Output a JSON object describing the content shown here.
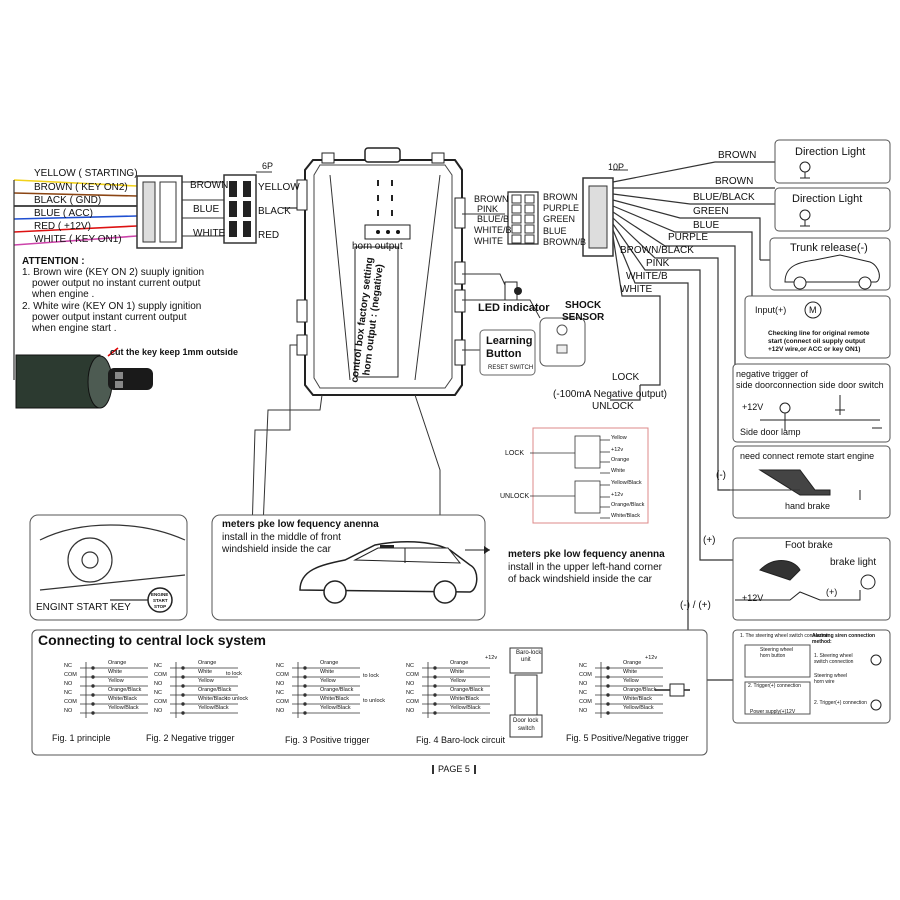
{
  "top_harness": {
    "wires": [
      "YELLOW ( STARTING)",
      "BROWN ( KEY ON2)",
      "BLACK ( GND)",
      "BLUE ( ACC)",
      "RED ( +12V)",
      "WHITE ( KEY ON1)"
    ],
    "wire_colors": [
      "#f2d21b",
      "#8b4513",
      "#111111",
      "#1f4fd1",
      "#d11",
      "#cc44aa"
    ],
    "connector_6p_label": "6P",
    "connector_left": [
      "BROWN",
      "BLUE",
      "WHITE"
    ],
    "connector_right": [
      "YELLOW",
      "BLACK",
      "RED"
    ]
  },
  "attention": {
    "title": "ATTENTION :",
    "note1": [
      "1. Brown wire (KEY ON 2) suuply ignition",
      "power output no instant current output",
      "when engine ."
    ],
    "note2": [
      "2. White wire (KEY ON 1) supply ignition",
      "power output  instant current output",
      "when engine start ."
    ]
  },
  "key_note": "cut the key keep 1mm outside",
  "control_box": {
    "horn_output": "horn output",
    "factory_setting": "control box factory setting",
    "horn_output_neg": "horn output : (negative)"
  },
  "led_label": "LED indicator",
  "shock_sensor": "SHOCK\nSENSOR",
  "learning_button": "Learning\nButton",
  "reset_switch": "RESET SWITCH",
  "connector_10p": {
    "label": "10P",
    "left": [
      "BROWN",
      "PINK",
      "BLUE/B",
      "WHITE/B",
      "WHITE"
    ],
    "right": [
      "BROWN",
      "PURPLE",
      "GREEN",
      "BLUE",
      "BROWN/B"
    ]
  },
  "right_wires": [
    "BROWN",
    "BROWN",
    "BLUE/BLACK",
    "GREEN",
    "BLUE",
    "PURPLE",
    "BROWN/BLACK",
    "PINK",
    "WHITE/B",
    "WHITE"
  ],
  "direction_light_1": "Direction Light",
  "direction_light_2": "Direction Light",
  "trunk_release": "Trunk release(-)",
  "input_label": "Input(+)",
  "motor_symbol": "M",
  "checking_line": [
    "Checking line for original remote",
    "start (connect oil supply output",
    "+12V wire,or ACC or key ON1)"
  ],
  "side_door": {
    "title1": "negative trigger of",
    "title2": "side doorconnection  side door switch",
    "v12": "+12V",
    "lamp": "Side door lamp"
  },
  "hand_brake": {
    "title": "need connect remote start engine",
    "minus": "(-)",
    "label": "hand brake"
  },
  "foot_brake": {
    "plus": "(+)",
    "title": "Foot brake",
    "brake_light": "brake light",
    "v12": "+12V",
    "plus2": "(+)"
  },
  "polarity_label": "(-) / (+)",
  "lock": "LOCK",
  "negative_output": "(-100mA Negative output)",
  "unlock": "UNLOCK",
  "relay_box": {
    "lock": "LOCK",
    "unlock": "UNLOCK",
    "r1": [
      "Yellow",
      "+12v",
      "Orange",
      "White"
    ],
    "r2": [
      "Yellow/Black",
      "+12v",
      "Orange/Black",
      "White/Black"
    ]
  },
  "engine_start_key": "ENGINT START KEY",
  "engine_button": [
    "ENGINE",
    "START",
    "STOP"
  ],
  "antenna_front": {
    "title": "meters pke low fequency anenna",
    "l1": "install in the  middle of front",
    "l2": "windshield inside the car"
  },
  "antenna_back": {
    "title": "meters pke low fequency anenna",
    "l1": "install in the  upper left-hand corner",
    "l2": "of back windshield inside the car"
  },
  "central_lock": {
    "title": "Connecting to central lock system",
    "row_labels": [
      "NC",
      "COM",
      "NO",
      "NC",
      "COM",
      "NO"
    ],
    "wires": [
      "Orange",
      "White",
      "Yellow",
      "Orange/Black",
      "White/Black",
      "Yellow/Black"
    ],
    "to_lock": "to lock",
    "to_unlock": "to unlock",
    "plus12": "+12v",
    "baro_unit": [
      "Baro-lock",
      "unit"
    ],
    "door_switch": [
      "Door lock",
      "switch"
    ],
    "figures": [
      "Fig. 1  principle",
      "Fig. 2  Negative trigger",
      "Fig. 3  Positive trigger",
      "Fig. 4  Baro-lock circuit",
      "Fig. 5  Positive/Negative trigger"
    ]
  },
  "alarm_siren": {
    "title": [
      "Alarming siren connection",
      "method:"
    ],
    "box1": "1. The steering wheel switch connection",
    "sw_horn": [
      "Steering wheel",
      "horn button"
    ],
    "opt1": [
      "1. Steering wheel",
      "switch connection"
    ],
    "horn_wire": [
      "Steering wheel",
      "horn wire"
    ],
    "trigger": "2. Trigger(+) connection",
    "power": "Power supply(+)12V",
    "opt2": "2. Trigger(+) connection"
  },
  "page": "PAGE 5"
}
